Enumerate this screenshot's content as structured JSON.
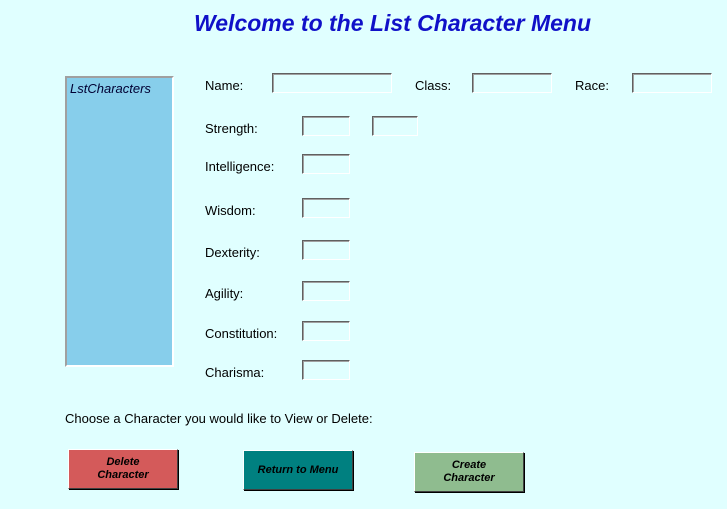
{
  "window": {
    "title": "Welcome to the List Character Menu"
  },
  "list": {
    "header": "LstCharacters",
    "items": []
  },
  "fields": {
    "name_label": "Name:",
    "class_label": "Class:",
    "race_label": "Race:",
    "strength_label": "Strength:",
    "intelligence_label": "Intelligence:",
    "wisdom_label": "Wisdom:",
    "dexterity_label": "Dexterity:",
    "agility_label": "Agility:",
    "constitution_label": "Constitution:",
    "charisma_label": "Charisma:",
    "name_value": "",
    "class_value": "",
    "race_value": "",
    "strength_value": "",
    "strength_extra_value": "",
    "intelligence_value": "",
    "wisdom_value": "",
    "dexterity_value": "",
    "agility_value": "",
    "constitution_value": "",
    "charisma_value": ""
  },
  "prompt": "Choose a Character you would like to View or Delete:",
  "buttons": {
    "delete_line1": "Delete",
    "delete_line2": "Character",
    "return": "Return to Menu",
    "create_line1": "Create",
    "create_line2": "Character"
  },
  "colors": {
    "background": "#e0ffff",
    "title": "#1010c8",
    "listbox": "#87ceeb",
    "delete_button": "#d45a5a",
    "return_button": "#008080",
    "create_button": "#8fbc8f"
  }
}
